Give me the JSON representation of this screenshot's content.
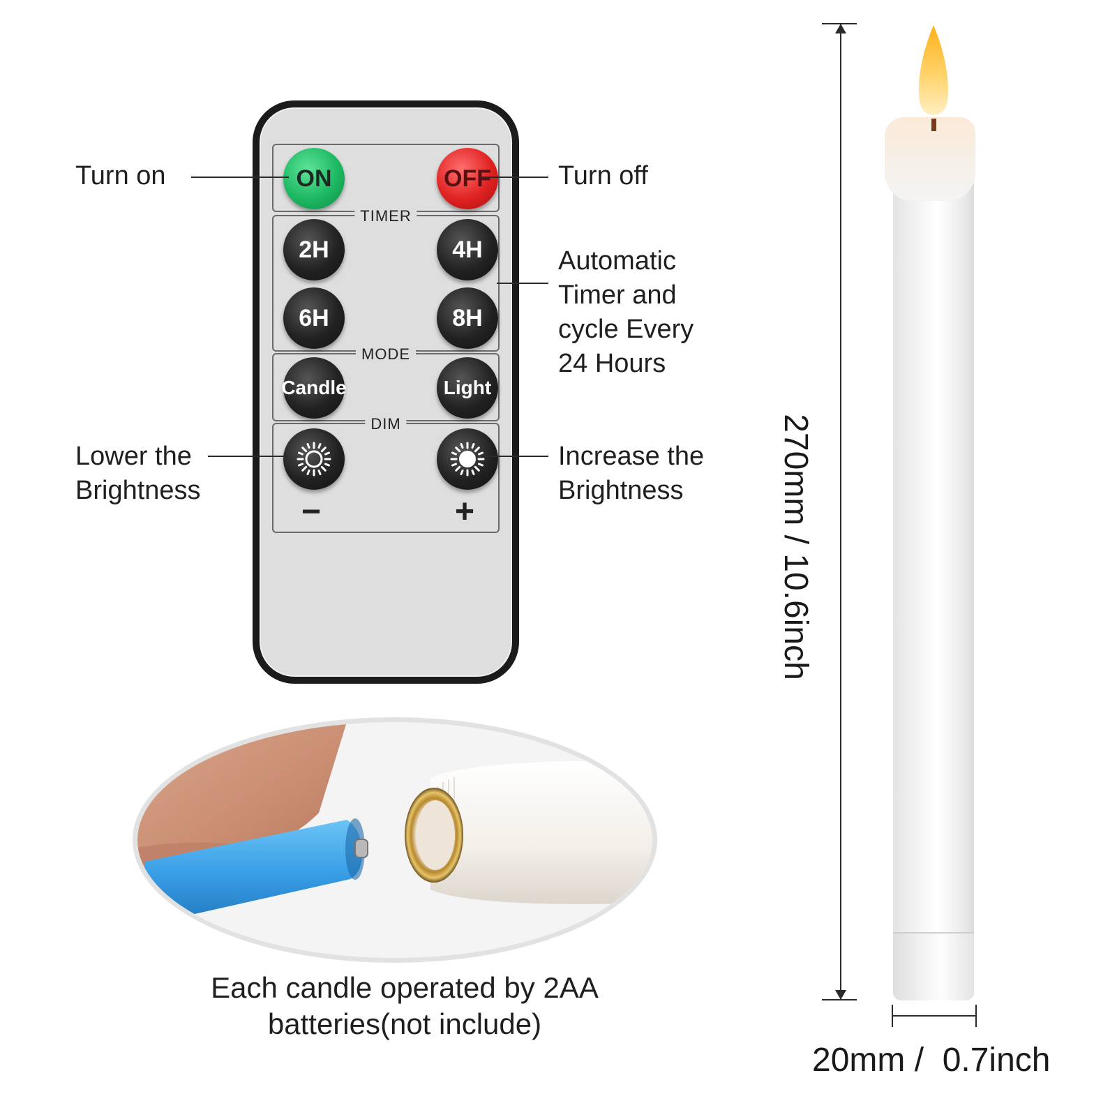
{
  "remote": {
    "on_label": "ON",
    "off_label": "OFF",
    "timer_title": "TIMER",
    "timer_buttons": [
      "2H",
      "4H",
      "6H",
      "8H"
    ],
    "mode_title": "MODE",
    "mode_buttons": [
      "Candle",
      "Light"
    ],
    "dim_title": "DIM",
    "dim_minus": "−",
    "dim_plus": "+"
  },
  "callouts": {
    "turn_on": "Turn on",
    "turn_off": "Turn off",
    "timer_line1": "Automatic",
    "timer_line2": "Timer and",
    "timer_line3": "cycle Every",
    "timer_line4": "24 Hours",
    "lower_line1": "Lower the",
    "lower_line2": "Brightness",
    "increase_line1": "Increase the",
    "increase_line2": "Brightness"
  },
  "battery_caption": {
    "line1": "Each candle operated by 2AA",
    "line2": "batteries(not include)"
  },
  "dimensions": {
    "height": "270mm /  10.6inch",
    "width": "20mm /  0.7inch"
  },
  "colors": {
    "on_button": "#1db862",
    "off_button": "#e02222",
    "battery": "#3a9fe6",
    "flame": "#f5a623"
  }
}
